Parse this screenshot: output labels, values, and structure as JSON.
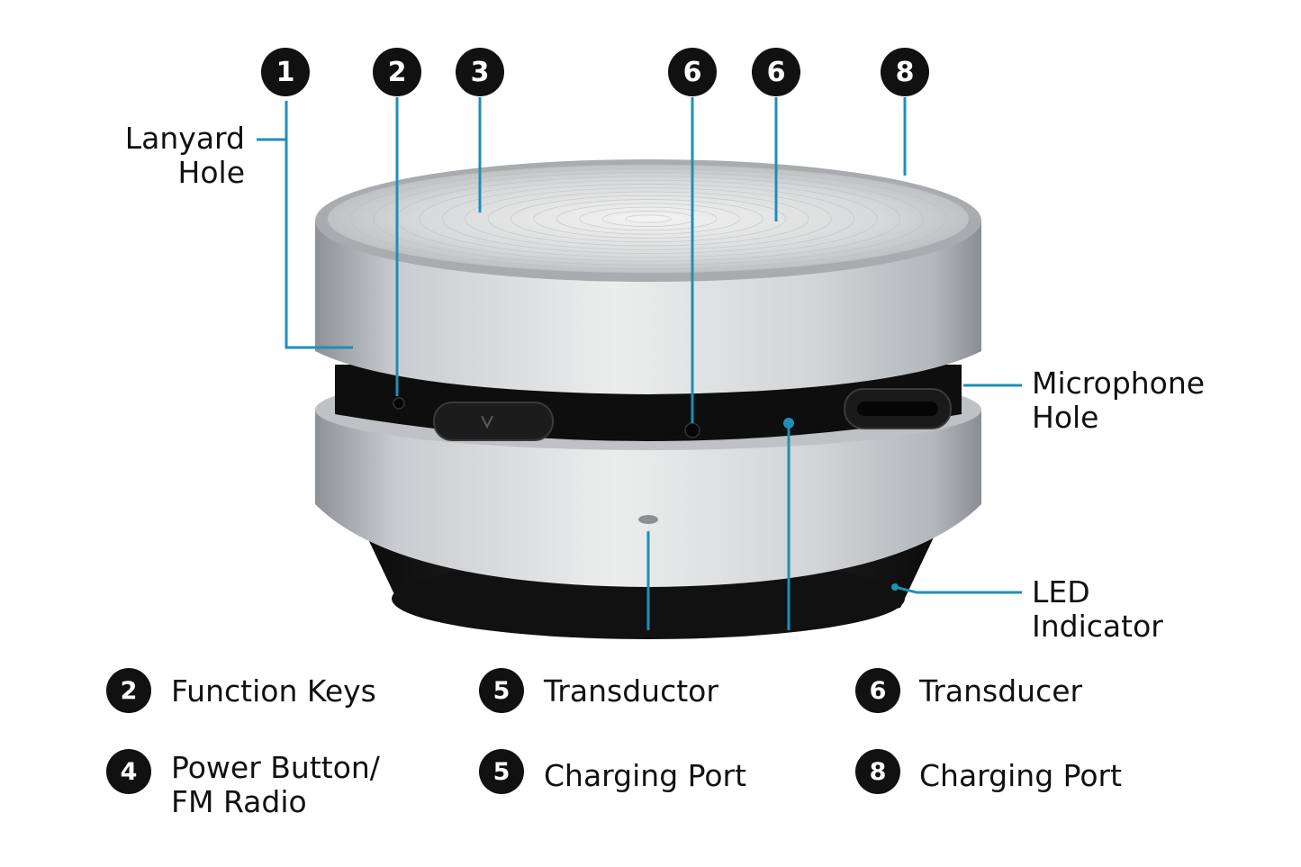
{
  "colors": {
    "callout_line": "#1f8fb5",
    "badge": "#111111",
    "badge_text": "#ffffff"
  },
  "top_badges": [
    {
      "number": "1"
    },
    {
      "number": "2"
    },
    {
      "number": "3"
    },
    {
      "number": "6"
    },
    {
      "number": "6"
    },
    {
      "number": "8"
    }
  ],
  "side_labels": {
    "lanyard_hole": "Lanyard\nHole",
    "microphone_hole": "Microphone\nHole",
    "led_indicator": "LED\nIndicator"
  },
  "legend": [
    {
      "number": "2",
      "text": "Function Keys"
    },
    {
      "number": "5",
      "text": "Transductor"
    },
    {
      "number": "6",
      "text": "Transducer"
    },
    {
      "number": "4",
      "text": "Power Button/\nFM Radio"
    },
    {
      "number": "5",
      "text": "Charging Port"
    },
    {
      "number": "8",
      "text": "Charging Port"
    }
  ]
}
